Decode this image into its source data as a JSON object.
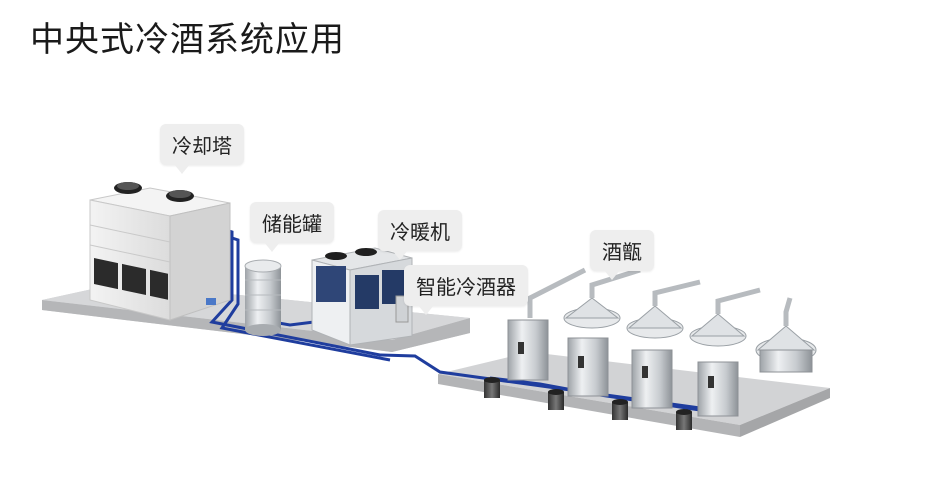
{
  "title": "中央式冷酒系统应用",
  "labels": {
    "cooling_tower": "冷却塔",
    "storage_tank": "储能罐",
    "chiller": "冷暖机",
    "smart_cooler": "智能冷酒器",
    "still": "酒甑"
  },
  "colors": {
    "pipe": "#1f3d9e",
    "platform": "#c9cacc",
    "callout_bg": "#eeeeee"
  }
}
